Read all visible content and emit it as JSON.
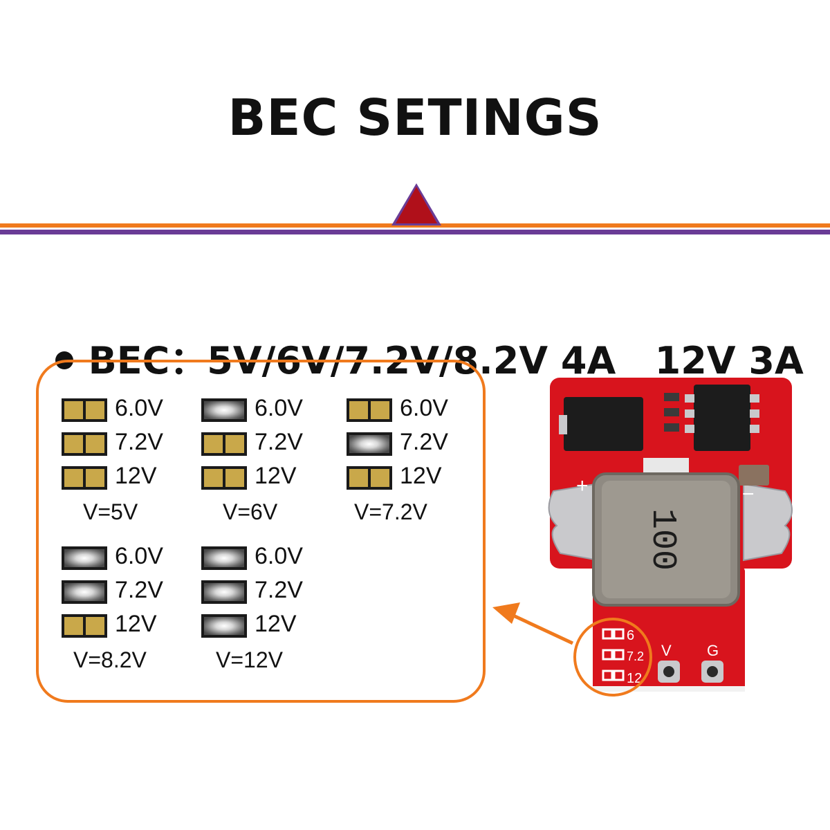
{
  "title": "BEC SETINGS",
  "spec_line": "BEC：5V/6V/7.2V/8.2V 4A   12V 3A",
  "colors": {
    "accent_orange": "#f07a1d",
    "accent_purple": "#6a3c96",
    "triangle_red": "#b0101a",
    "pad_open": "#c9a84a",
    "pad_bridged": "#777777",
    "pcb_red": "#d8141d"
  },
  "settings": [
    {
      "caption": "V=5V",
      "rows": [
        {
          "label": "6.0V",
          "state": "open"
        },
        {
          "label": "7.2V",
          "state": "open"
        },
        {
          "label": "12V",
          "state": "open"
        }
      ]
    },
    {
      "caption": "V=6V",
      "rows": [
        {
          "label": "6.0V",
          "state": "bridged"
        },
        {
          "label": "7.2V",
          "state": "open"
        },
        {
          "label": "12V",
          "state": "open"
        }
      ]
    },
    {
      "caption": "V=7.2V",
      "rows": [
        {
          "label": "6.0V",
          "state": "open"
        },
        {
          "label": "7.2V",
          "state": "bridged"
        },
        {
          "label": "12V",
          "state": "open"
        }
      ]
    },
    {
      "caption": "V=8.2V",
      "rows": [
        {
          "label": "6.0V",
          "state": "bridged"
        },
        {
          "label": "7.2V",
          "state": "bridged"
        },
        {
          "label": "12V",
          "state": "open"
        }
      ]
    },
    {
      "caption": "V=12V",
      "rows": [
        {
          "label": "6.0V",
          "state": "bridged"
        },
        {
          "label": "7.2V",
          "state": "bridged"
        },
        {
          "label": "12V",
          "state": "bridged"
        }
      ]
    }
  ],
  "board": {
    "inductor_marking": "100",
    "plus_sign": "+",
    "minus_sign": "−",
    "pad_labels": [
      "6",
      "7.2",
      "12"
    ],
    "terminal_v": "V",
    "terminal_g": "G"
  }
}
